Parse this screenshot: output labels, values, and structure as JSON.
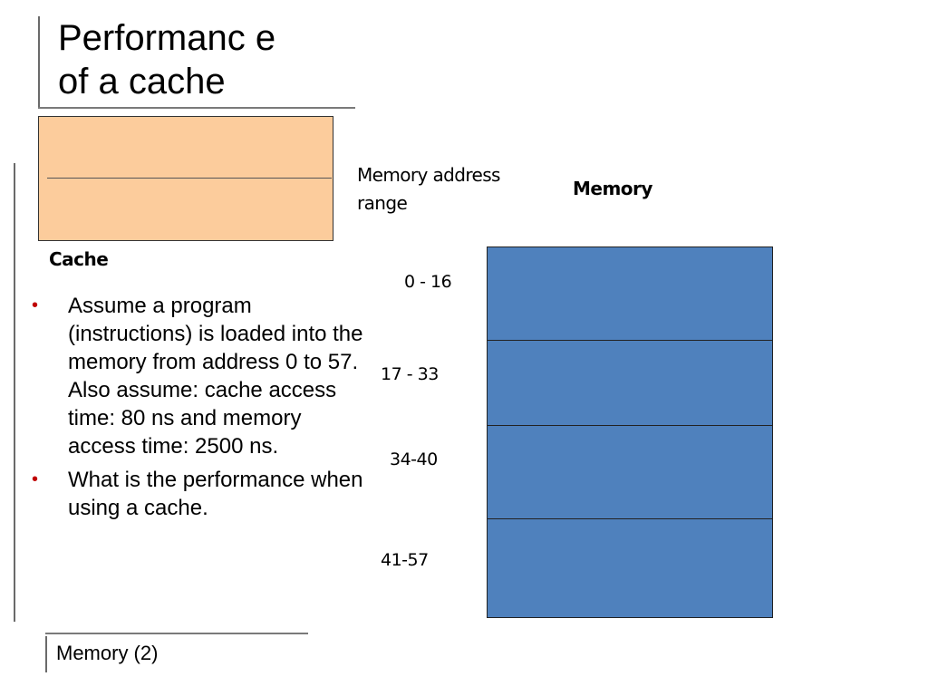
{
  "slide": {
    "title": "Performanc e of a cache",
    "footer": "Memory (2)"
  },
  "cache": {
    "label": "Cache",
    "fill_color": "#fccc9c"
  },
  "bullets": [
    "Assume a program (instructions) is loaded into the memory from address 0 to 57. Also assume: cache access time: 80 ns and memory access time: 2500 ns.",
    "What is the performance when using a cache."
  ],
  "bullet_glyph": "•",
  "bullet_color": "#c00000",
  "memory": {
    "address_header": "Memory address range",
    "label": "Memory",
    "fill_color": "#4f81bd",
    "blocks": [
      {
        "range": "0 - 16"
      },
      {
        "range": "17 - 33"
      },
      {
        "range": "34-40"
      },
      {
        "range": "41-57"
      }
    ]
  }
}
